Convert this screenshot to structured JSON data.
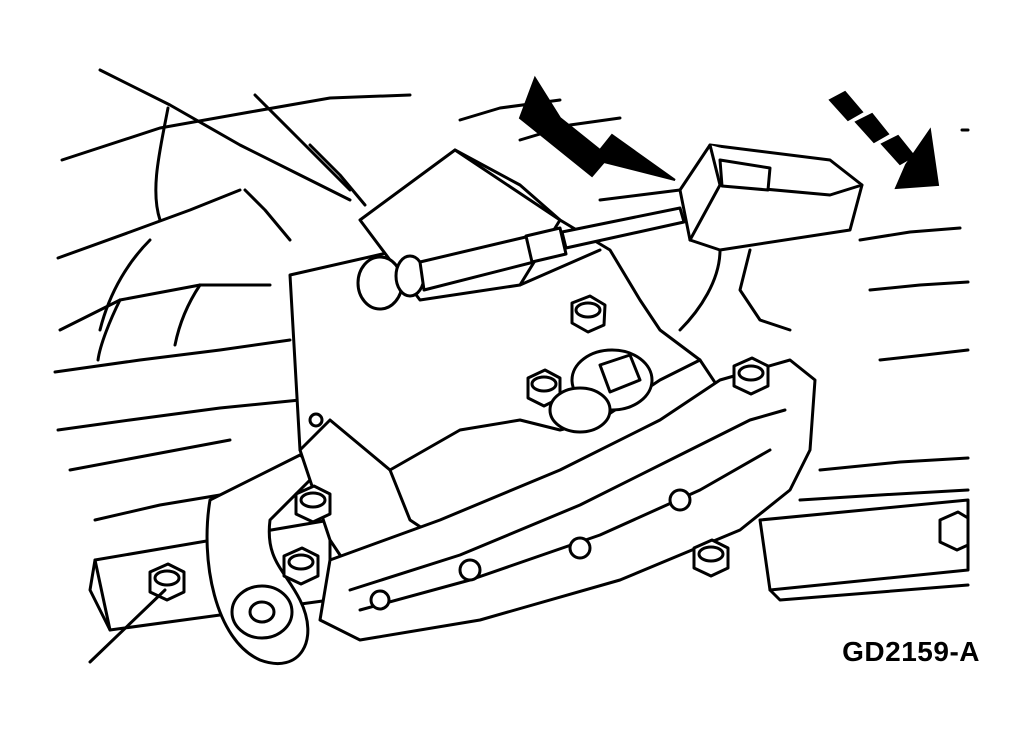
{
  "figure": {
    "id_label": "GD2159-A"
  },
  "colors": {
    "line": "#000000",
    "background": "#ffffff"
  },
  "callouts": [
    {
      "name": "solid-arrow",
      "style": "solid"
    },
    {
      "name": "dashed-arrow",
      "style": "dashed"
    }
  ]
}
